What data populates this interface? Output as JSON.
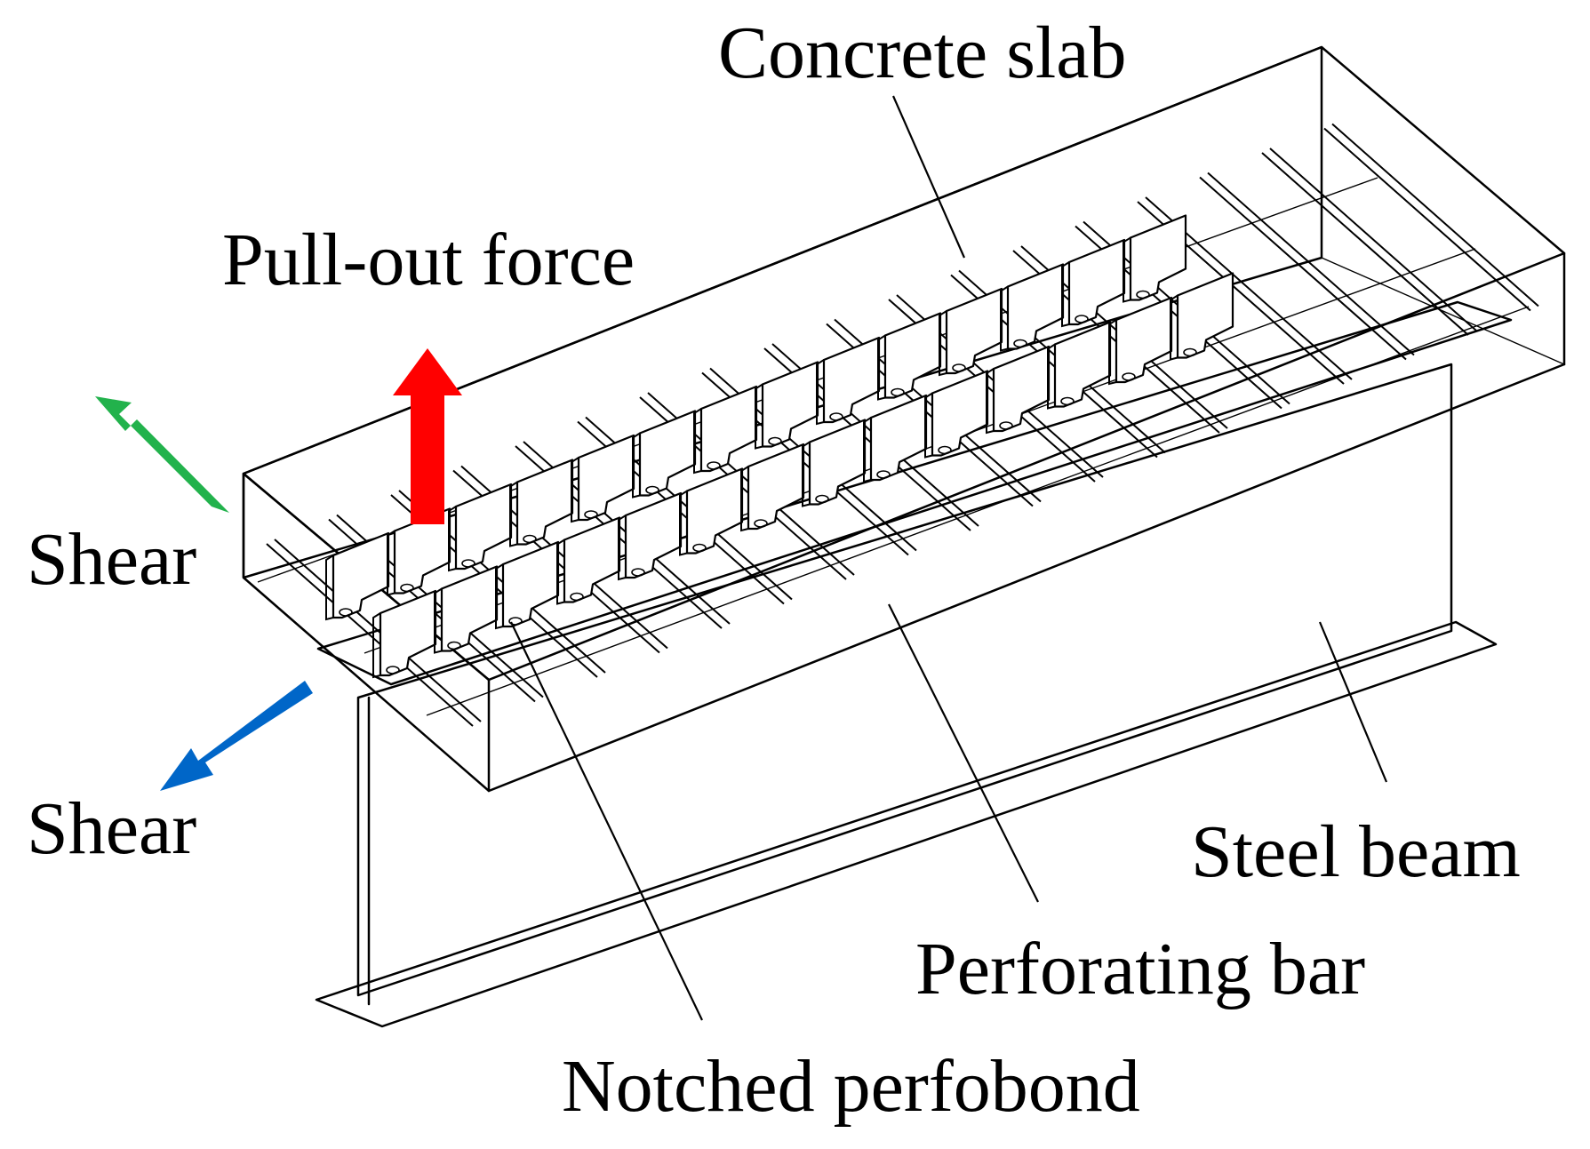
{
  "labels": {
    "concrete_slab": "Concrete slab",
    "pull_out_force": "Pull-out force",
    "shear_upper": "Shear",
    "shear_lower": "Shear",
    "steel_beam": "Steel beam",
    "perforating_bar": "Perforating bar",
    "notched_perfobond": "Notched perfobond"
  },
  "colors": {
    "pull_out_arrow": "#ff0000",
    "shear_upper_arrow": "#22b24c",
    "shear_lower_arrow": "#0066c8",
    "line": "#000000"
  },
  "counts": {
    "perfobond_rows": 2,
    "perfobond_per_row": 14,
    "perforating_bars": 18
  }
}
